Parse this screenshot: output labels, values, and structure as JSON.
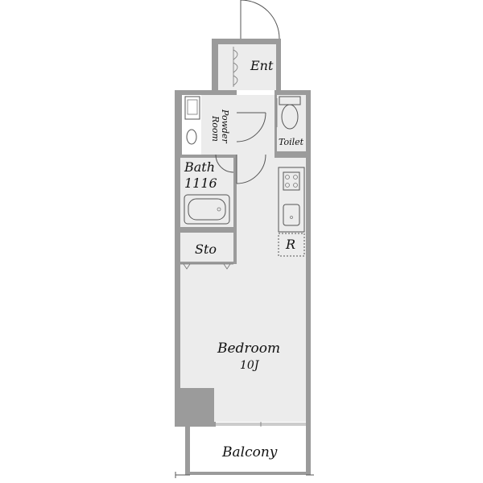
{
  "rooms": {
    "entrance": "Ent",
    "powder_room_line1": "Powder",
    "powder_room_line2": "Room",
    "toilet": "Toilet",
    "bath_line1": "Bath",
    "bath_line2": "1116",
    "storage": "Sto",
    "refrigerator": "R",
    "bedroom": "Bedroom",
    "bedroom_size": "10J",
    "balcony": "Balcony"
  },
  "colors": {
    "wall": "#9b9b9b",
    "floor": "#ececec",
    "background": "#ffffff"
  }
}
